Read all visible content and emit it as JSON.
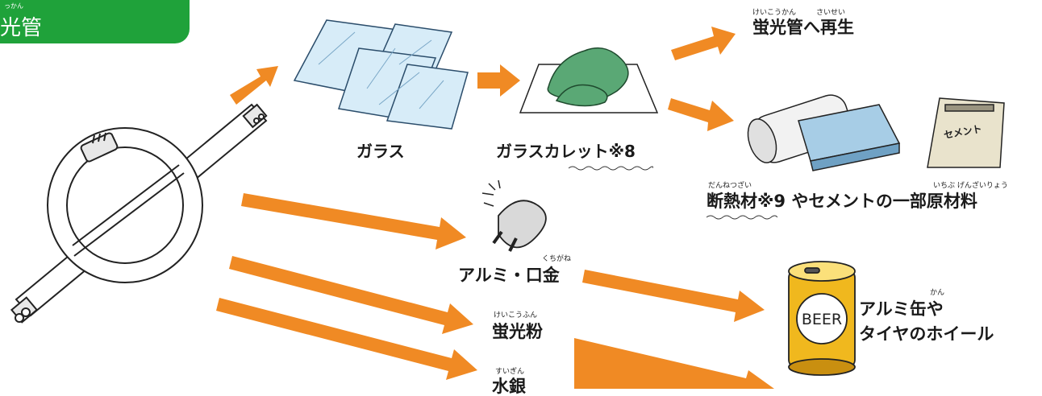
{
  "header": {
    "title": "光管",
    "ruby": "っかん",
    "color": "#1fa23a"
  },
  "colors": {
    "arrow": "#f08a24",
    "glass": "#cfe6f5",
    "cullet": "#5aa875",
    "can": "#f0b81e"
  },
  "items": {
    "glass": {
      "label": "ガラス"
    },
    "cullet": {
      "label": "ガラスカレット※8"
    },
    "regen": {
      "label": "蛍光管へ再生",
      "ruby_a": "けいこうかん",
      "ruby_b": "さいせい"
    },
    "insulation": {
      "label": "断熱材※9 やセメントの一部原材料",
      "ruby_a": "だんねつざい",
      "ruby_b": "いちぶ げんざいりょう"
    },
    "cement_bag": {
      "text": "セメント"
    },
    "alumi": {
      "label": "アルミ・口金",
      "ruby": "くちがね"
    },
    "phosphor": {
      "label": "蛍光粉",
      "ruby": "けいこうふん"
    },
    "mercury": {
      "label": "水銀",
      "ruby": "すいぎん"
    },
    "can_result": {
      "line1": "アルミ缶や",
      "line2": "タイヤのホイール",
      "ruby": "かん"
    },
    "beer": {
      "text": "BEER"
    }
  }
}
